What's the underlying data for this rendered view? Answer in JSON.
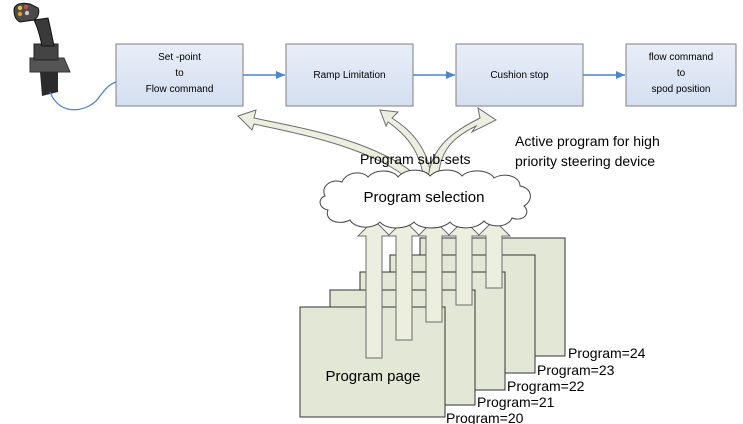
{
  "flow_boxes": [
    {
      "lines": [
        "Set -point",
        "to",
        "Flow command"
      ]
    },
    {
      "lines": [
        "Ramp Limitation"
      ]
    },
    {
      "lines": [
        "Cushion stop"
      ]
    },
    {
      "lines": [
        "flow command",
        "to",
        "spod position"
      ]
    }
  ],
  "labels": {
    "program_subsets": "Program sub-sets",
    "active_program_line1": "Active program for high",
    "active_program_line2": "priority steering device",
    "program_selection": "Program selection",
    "program_page": "Program page"
  },
  "program_pages": [
    "Program=20",
    "Program=21",
    "Program=22",
    "Program=23",
    "Program=24"
  ],
  "icons": {
    "joystick": "joystick-icon",
    "cloud": "cloud-shape"
  },
  "colors": {
    "box_fill": "#dde6f3",
    "box_stroke": "#7f7f7f",
    "connector": "#4a86c8",
    "page_fill": "#e2e8d5",
    "arrow_fill": "#ecefe0",
    "arrow_stroke": "#6d6d6d"
  }
}
